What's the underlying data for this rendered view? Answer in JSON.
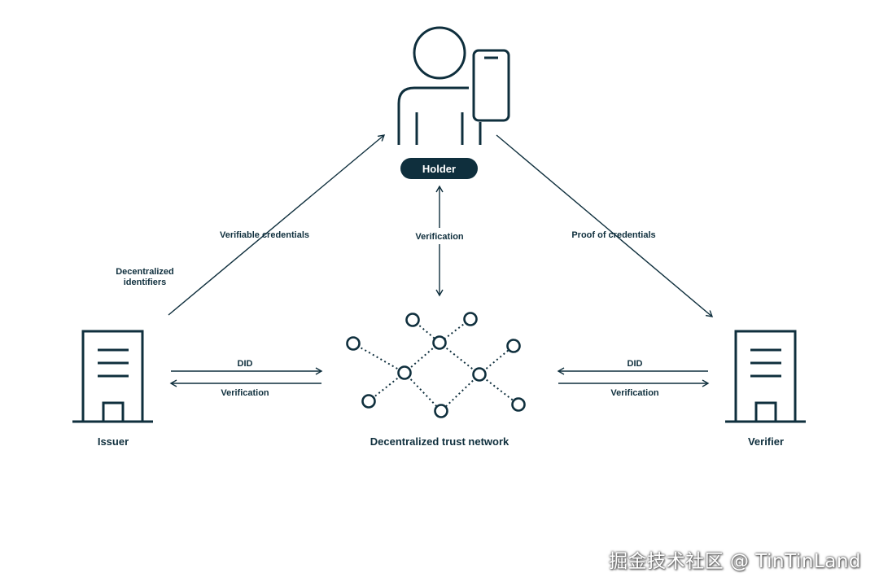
{
  "colors": {
    "ink": "#0f2f3d",
    "background": "#ffffff",
    "pill_text": "#ffffff"
  },
  "holder": {
    "label": "Holder"
  },
  "issuer": {
    "label": "Issuer"
  },
  "verifier": {
    "label": "Verifier"
  },
  "network": {
    "label": "Decentralized trust network"
  },
  "edges": {
    "issuer_to_holder": "Verifiable credentials",
    "issuer_note_line1": "Decentralized",
    "issuer_note_line2": "identifiers",
    "holder_network": "Verification",
    "holder_to_verifier": "Proof of credentials",
    "issuer_network_top": "DID",
    "issuer_network_bottom": "Verification",
    "verifier_network_top": "DID",
    "verifier_network_bottom": "Verification"
  },
  "watermark": "掘金技术社区 @ TinTinLand"
}
